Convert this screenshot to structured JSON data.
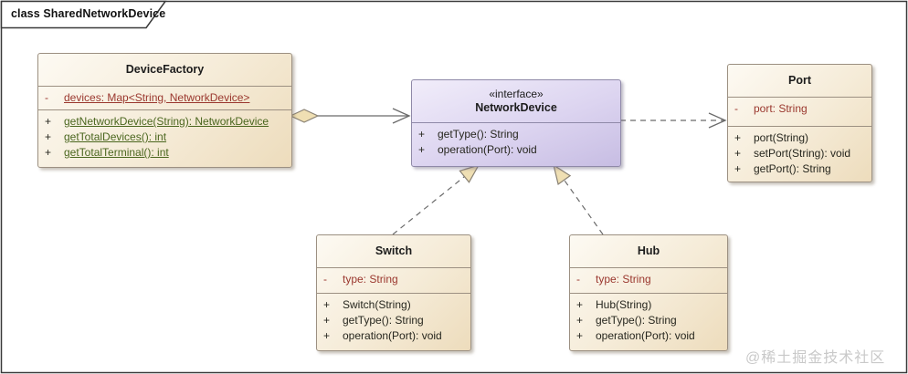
{
  "frame": {
    "title": "class SharedNetworkDevice"
  },
  "watermark": "@稀土掘金技术社区",
  "colors": {
    "class_fill_light": "#FDFAF3",
    "class_fill_dark": "#EDDCBC",
    "class_border": "#9C9082",
    "interface_fill_light": "#F1EDFA",
    "interface_fill_dark": "#C7BDE3",
    "interface_border": "#8F89A8",
    "attribute_text": "#9A372E",
    "operation_text": "#26261E",
    "static_operation_text": "#4A661E",
    "title_text": "#1C1C1C",
    "connector": "#6B6B6B",
    "arrowhead_fill": "#EFDFB3",
    "arrowhead_border": "#8A8274",
    "watermark_text": "#C9C9C9"
  },
  "classes": {
    "deviceFactory": {
      "name": "DeviceFactory",
      "attributes": [
        {
          "visibility": "-",
          "text": "devices: Map<String, NetworkDevice>"
        }
      ],
      "operations": [
        {
          "visibility": "+",
          "text": "getNetworkDevice(String): NetworkDevice"
        },
        {
          "visibility": "+",
          "text": "getTotalDevices(): int"
        },
        {
          "visibility": "+",
          "text": "getTotalTerminal(): int"
        }
      ]
    },
    "networkDevice": {
      "stereotype": "«interface»",
      "name": "NetworkDevice",
      "operations": [
        {
          "visibility": "+",
          "text": "getType(): String"
        },
        {
          "visibility": "+",
          "text": "operation(Port): void"
        }
      ]
    },
    "port": {
      "name": "Port",
      "attributes": [
        {
          "visibility": "-",
          "text": "port: String"
        }
      ],
      "operations": [
        {
          "visibility": "+",
          "text": "port(String)"
        },
        {
          "visibility": "+",
          "text": "setPort(String): void"
        },
        {
          "visibility": "+",
          "text": "getPort(): String"
        }
      ]
    },
    "switch": {
      "name": "Switch",
      "attributes": [
        {
          "visibility": "-",
          "text": "type: String"
        }
      ],
      "operations": [
        {
          "visibility": "+",
          "text": "Switch(String)"
        },
        {
          "visibility": "+",
          "text": "getType(): String"
        },
        {
          "visibility": "+",
          "text": "operation(Port): void"
        }
      ]
    },
    "hub": {
      "name": "Hub",
      "attributes": [
        {
          "visibility": "-",
          "text": "type: String"
        }
      ],
      "operations": [
        {
          "visibility": "+",
          "text": "Hub(String)"
        },
        {
          "visibility": "+",
          "text": "getType(): String"
        },
        {
          "visibility": "+",
          "text": "operation(Port): void"
        }
      ]
    }
  },
  "relationships": [
    {
      "type": "aggregation",
      "from": "DeviceFactory",
      "to": "NetworkDevice"
    },
    {
      "type": "dependency",
      "from": "NetworkDevice",
      "to": "Port"
    },
    {
      "type": "realization",
      "from": "Switch",
      "to": "NetworkDevice"
    },
    {
      "type": "realization",
      "from": "Hub",
      "to": "NetworkDevice"
    }
  ]
}
